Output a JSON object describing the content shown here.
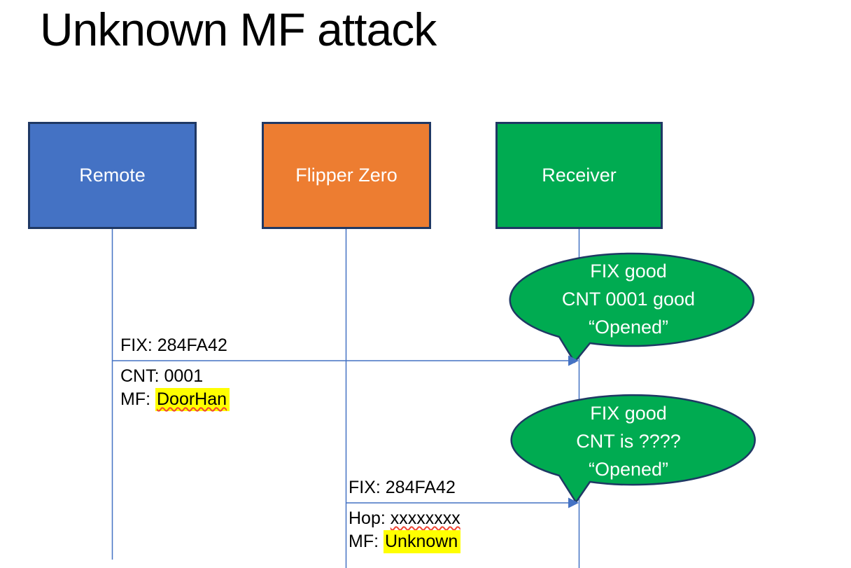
{
  "title": "Unknown MF attack",
  "actors": [
    {
      "label": "Remote",
      "fill": "#4472C4"
    },
    {
      "label": "Flipper Zero",
      "fill": "#ED7D31"
    },
    {
      "label": "Receiver",
      "fill": "#00AB51"
    }
  ],
  "messages": [
    {
      "from": "Remote",
      "to": "Receiver",
      "above_line": "FIX: 284FA42",
      "below_line1": "CNT: 0001",
      "below_line2_prefix": "MF: ",
      "below_line2_highlight": "DoorHan"
    },
    {
      "from": "Flipper Zero",
      "to": "Receiver",
      "above_line": "FIX: 284FA42",
      "below_line1_prefix": "Hop: ",
      "below_line1_misspelled": "xxxxxxxx",
      "below_line2_prefix": "MF: ",
      "below_line2_highlight": "Unknown"
    }
  ],
  "callouts": [
    {
      "line1": "FIX good",
      "line2": "CNT 0001 good",
      "line3": "“Opened”"
    },
    {
      "line1": "FIX good",
      "line2": "CNT is ????",
      "line3": "“Opened”"
    }
  ],
  "colors": {
    "background": "#FFFFFF",
    "title_text": "#000000",
    "actor_text": "#FFFFFF",
    "actor_border": "#1F3864",
    "lifeline": "#4472C4",
    "arrow": "#4472C4",
    "bubble_fill": "#00AB51",
    "bubble_border": "#1F3864",
    "highlight": "#FFFF00",
    "spellcheck_underline": "#F04632",
    "label_text": "#000000"
  }
}
